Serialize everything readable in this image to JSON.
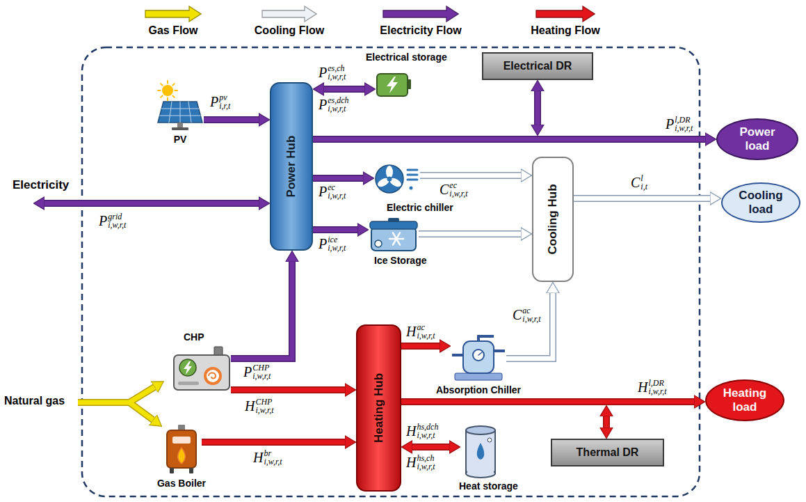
{
  "diagram": {
    "nodes": [
      {
        "text": [
          "Electrical storage"
        ]
      },
      {
        "text": [
          "Electrical DR"
        ]
      },
      {
        "text": [
          "PV"
        ]
      },
      {
        "text": [
          "Power Hub"
        ]
      },
      {
        "text": [
          "Power load"
        ]
      },
      {
        "text": [
          "Electric chiller"
        ]
      },
      {
        "text": [
          "Cooling Hub"
        ]
      },
      {
        "text": [
          "Cooling load"
        ]
      },
      {
        "text": [
          "Ice Storage"
        ]
      },
      {
        "text": [
          "CHP"
        ]
      },
      {
        "text": [
          "Absorption Chiller"
        ]
      },
      {
        "text": [
          "Heating Hub"
        ]
      },
      {
        "text": [
          "Heating load"
        ]
      },
      {
        "text": [
          "Gas Boiler"
        ]
      },
      {
        "text": [
          "Heat storage"
        ]
      },
      {
        "text": [
          "Thermal DR"
        ]
      }
    ],
    "edges": [
      {
        "from": 2,
        "to": 3,
        "arrow": "to",
        "label": "P pv i,r,t"
      },
      {
        "from": 3,
        "to": 0,
        "arrow": "both",
        "label": "P es,ch i,w,r,t"
      },
      {
        "from": 3,
        "to": 4,
        "arrow": "to",
        "label": "P l,DR i,w,r,t"
      },
      {
        "from": 3,
        "to": 5,
        "arrow": "to",
        "label": "P ec i,w,r,t"
      },
      {
        "from": 5,
        "to": 6,
        "arrow": "to",
        "label": "C ec i,w,r,t"
      },
      {
        "from": 3,
        "to": 8,
        "arrow": "to",
        "label": "P ice i,w,r,t"
      },
      {
        "from": 8,
        "to": 6,
        "arrow": "to"
      },
      {
        "from": 6,
        "to": 7,
        "arrow": "to",
        "label": "C l i,t"
      },
      {
        "from": 9,
        "to": 3,
        "arrow": "to",
        "label": "P CHP i,w,r,t"
      },
      {
        "from": 9,
        "to": 11,
        "arrow": "to",
        "label": "H CHP i,w,r,t"
      },
      {
        "from": 13,
        "to": 11,
        "arrow": "to",
        "label": "H br i,w,r,t"
      },
      {
        "from": 11,
        "to": 10,
        "arrow": "to",
        "label": "H ac i,w,r,t"
      },
      {
        "from": 10,
        "to": 6,
        "arrow": "to",
        "label": "C ac i,w,r,t"
      },
      {
        "from": 11,
        "to": 12,
        "arrow": "to",
        "label": "H l,DR i,w,r,t"
      },
      {
        "from": 11,
        "to": 14,
        "arrow": "both",
        "label": "H hs,dch i,w,r,t"
      }
    ],
    "labels": [
      "Electricity",
      "P grid i,w,r,t",
      "Natural gas",
      "P es,dch i,w,r,t",
      "H hs,ch i,w,r,t"
    ],
    "legend": [
      {
        "text": "Gas Flow",
        "color": "#f2e200"
      },
      {
        "text": "Cooling Flow",
        "color": "#eef3f8"
      },
      {
        "text": "Electricity Flow",
        "color": "#7030a0"
      },
      {
        "text": "Heating Flow",
        "color": "#e3161b"
      }
    ]
  }
}
